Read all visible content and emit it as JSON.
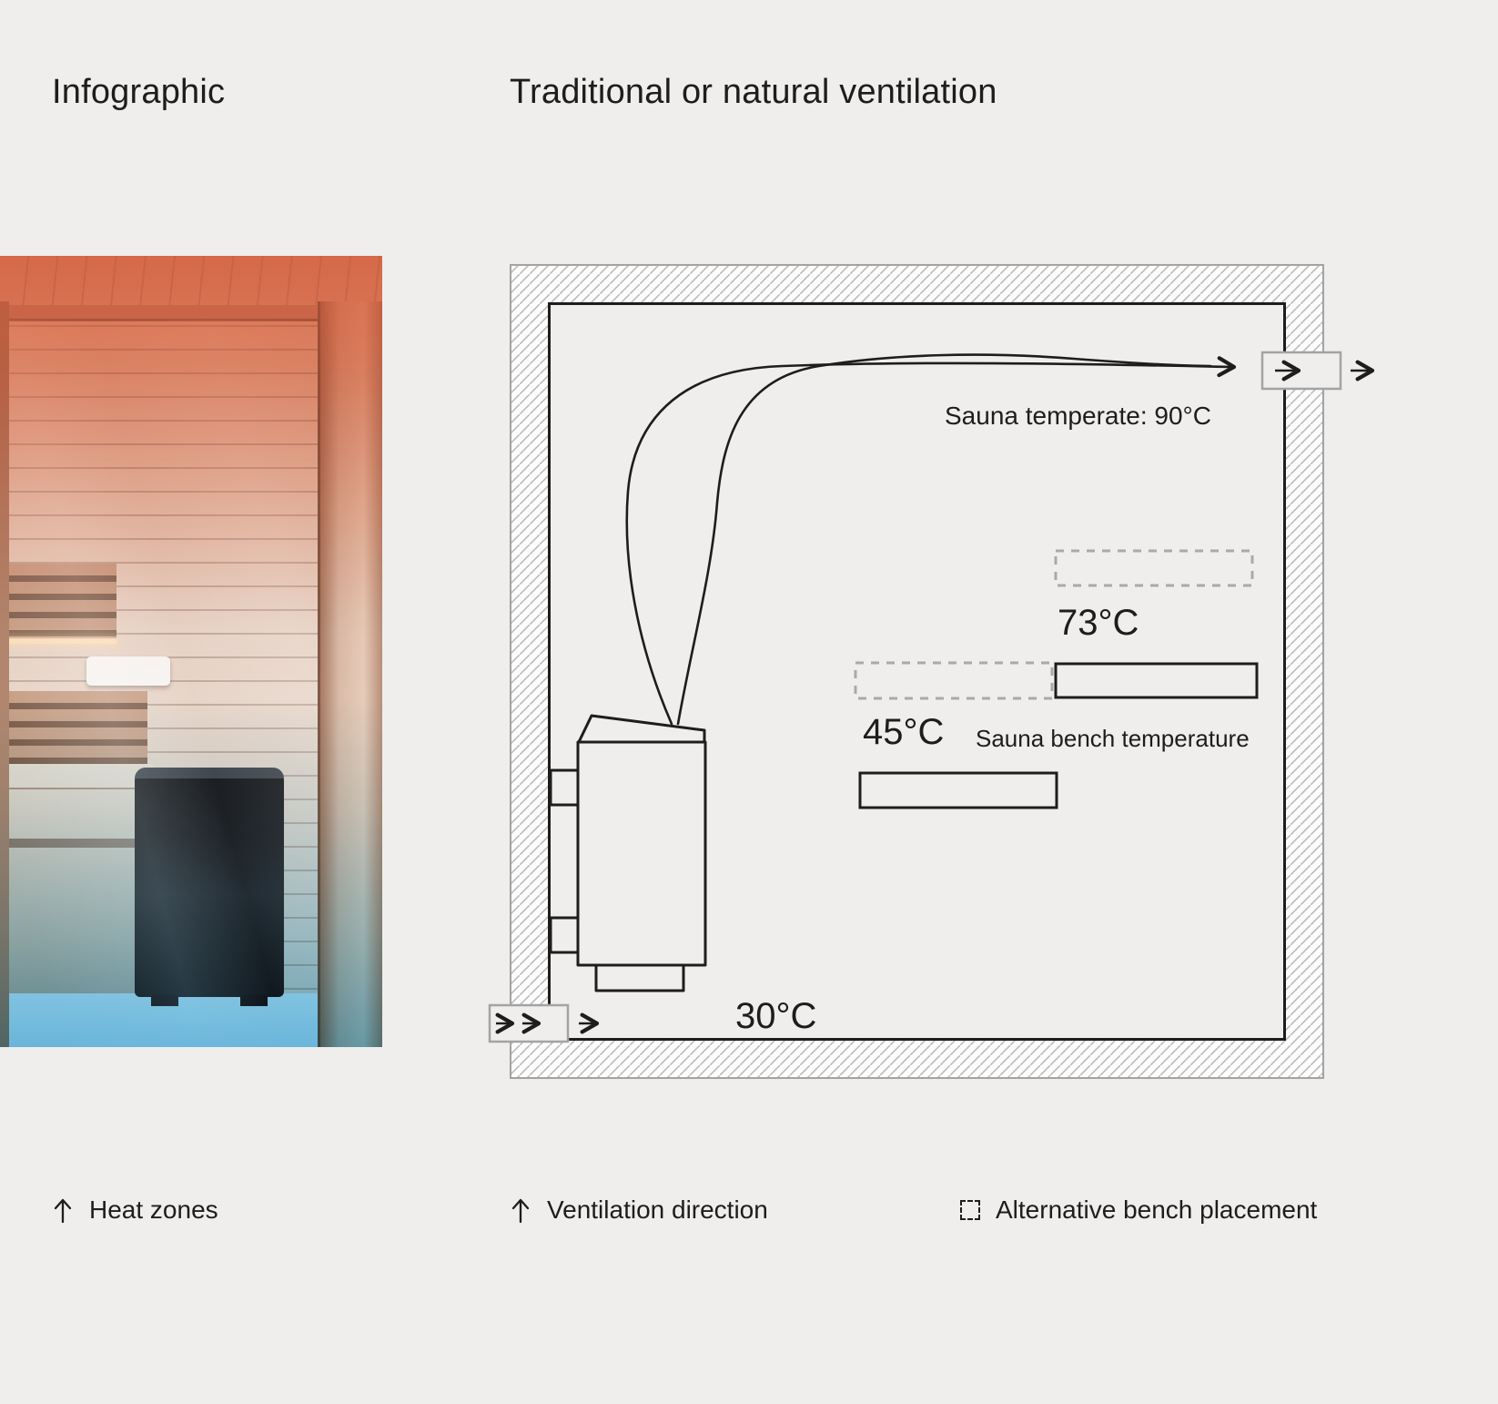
{
  "header": {
    "left_title": "Infographic",
    "right_title": "Traditional or natural ventilation"
  },
  "diagram": {
    "sauna_temperature_label": "Sauna temperate: 90°C",
    "upper_bench_temp": "73°C",
    "lower_bench_temp": "45°C",
    "bench_temperature_label": "Sauna bench temperature",
    "intake_temperature": "30°C"
  },
  "legend": {
    "items": [
      {
        "icon": "arrow-up-icon",
        "label": "Heat zones"
      },
      {
        "icon": "arrow-up-icon",
        "label": "Ventilation direction"
      },
      {
        "icon": "dashed-square-icon",
        "label": "Alternative bench placement"
      }
    ]
  },
  "colors": {
    "background": "#efeeec",
    "ink": "#1d1d1d",
    "hatch_line": "#bcbcbc",
    "wall_border": "#a3a3a3",
    "dashed_bench": "#a9a9a9",
    "heat_warm": "#e4805e",
    "heat_cool": "#58b4e0"
  }
}
